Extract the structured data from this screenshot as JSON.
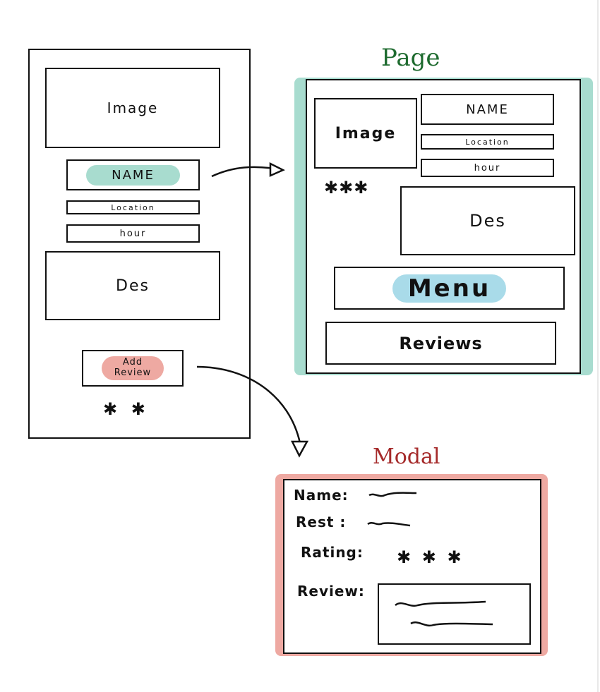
{
  "wireframe": {
    "image_label": "Image",
    "name_label": "NAME",
    "location_label": "Location",
    "hour_label": "hour",
    "des_label": "Des",
    "add_review_label_line1": "Add",
    "add_review_label_line2": "Review",
    "stars": "✱ ✱"
  },
  "page": {
    "title": "Page",
    "title_color": "#1e6b2f",
    "frame_color": "#a8dccf",
    "image_label": "Image",
    "name_label": "NAME",
    "location_label": "Location",
    "hour_label": "hour",
    "stars": "✱✱✱",
    "des_label": "Des",
    "menu_label": "Menu",
    "reviews_label": "Reviews"
  },
  "modal": {
    "title": "Modal",
    "title_color": "#a52a2a",
    "frame_color": "#eea9a2",
    "name_label": "Name:",
    "rest_label": "Rest :",
    "rating_label": "Rating:",
    "rating_stars": "✱ ✱ ✱",
    "review_label": "Review:"
  }
}
